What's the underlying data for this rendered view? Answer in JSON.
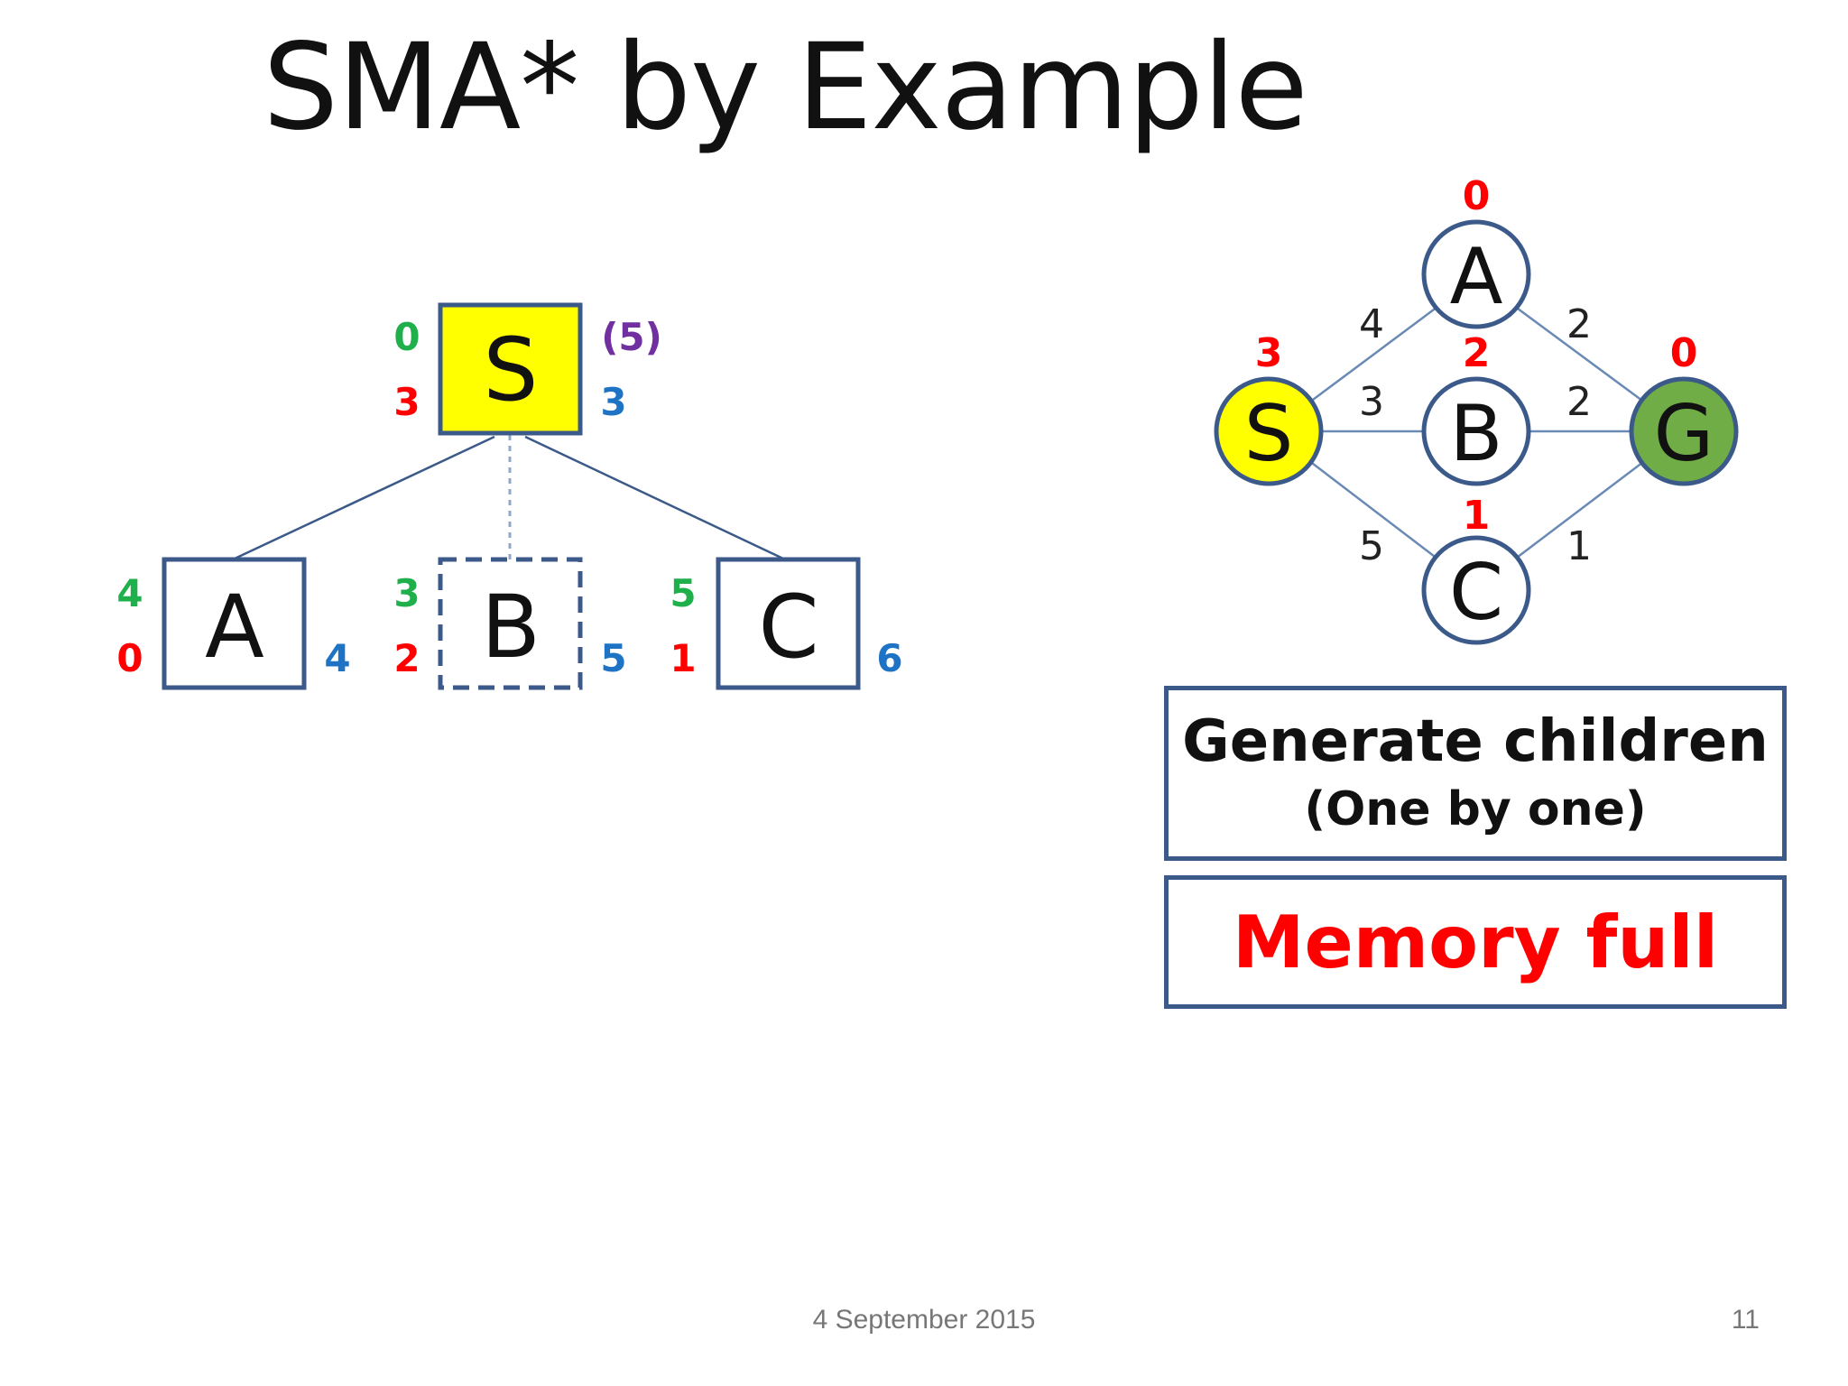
{
  "title": "SMA* by Example",
  "colors": {
    "g": "#1fb04b",
    "h": "#ff0000",
    "f": "#1f73c4",
    "purple": "#7030a0",
    "border": "#3b5a8a",
    "start_fill": "#ffff00",
    "goal_fill": "#70ad47"
  },
  "tree": {
    "root": {
      "label": "S",
      "g": "0",
      "h": "3",
      "f": "3",
      "forgotten": "(5)"
    },
    "children": [
      {
        "label": "A",
        "g": "4",
        "h": "0",
        "f": "4",
        "dashed": false
      },
      {
        "label": "B",
        "g": "3",
        "h": "2",
        "f": "5",
        "dashed": true
      },
      {
        "label": "C",
        "g": "5",
        "h": "1",
        "f": "6",
        "dashed": false
      }
    ]
  },
  "graph": {
    "nodes": [
      {
        "id": "A",
        "label": "A",
        "heuristic": "0",
        "type": "normal"
      },
      {
        "id": "S",
        "label": "S",
        "heuristic": "3",
        "type": "start"
      },
      {
        "id": "B",
        "label": "B",
        "heuristic": "2",
        "type": "normal"
      },
      {
        "id": "G",
        "label": "G",
        "heuristic": "0",
        "type": "goal"
      },
      {
        "id": "C",
        "label": "C",
        "heuristic": "1",
        "type": "normal"
      }
    ],
    "edges": [
      {
        "from": "S",
        "to": "A",
        "cost": "4"
      },
      {
        "from": "A",
        "to": "G",
        "cost": "2"
      },
      {
        "from": "S",
        "to": "B",
        "cost": "3"
      },
      {
        "from": "B",
        "to": "G",
        "cost": "2"
      },
      {
        "from": "S",
        "to": "C",
        "cost": "5"
      },
      {
        "from": "C",
        "to": "G",
        "cost": "1"
      }
    ]
  },
  "status": {
    "step_line1": "Generate children",
    "step_line2": "(One by one)",
    "message": "Memory full"
  },
  "footer": {
    "date": "4 September 2015",
    "page": "11"
  }
}
